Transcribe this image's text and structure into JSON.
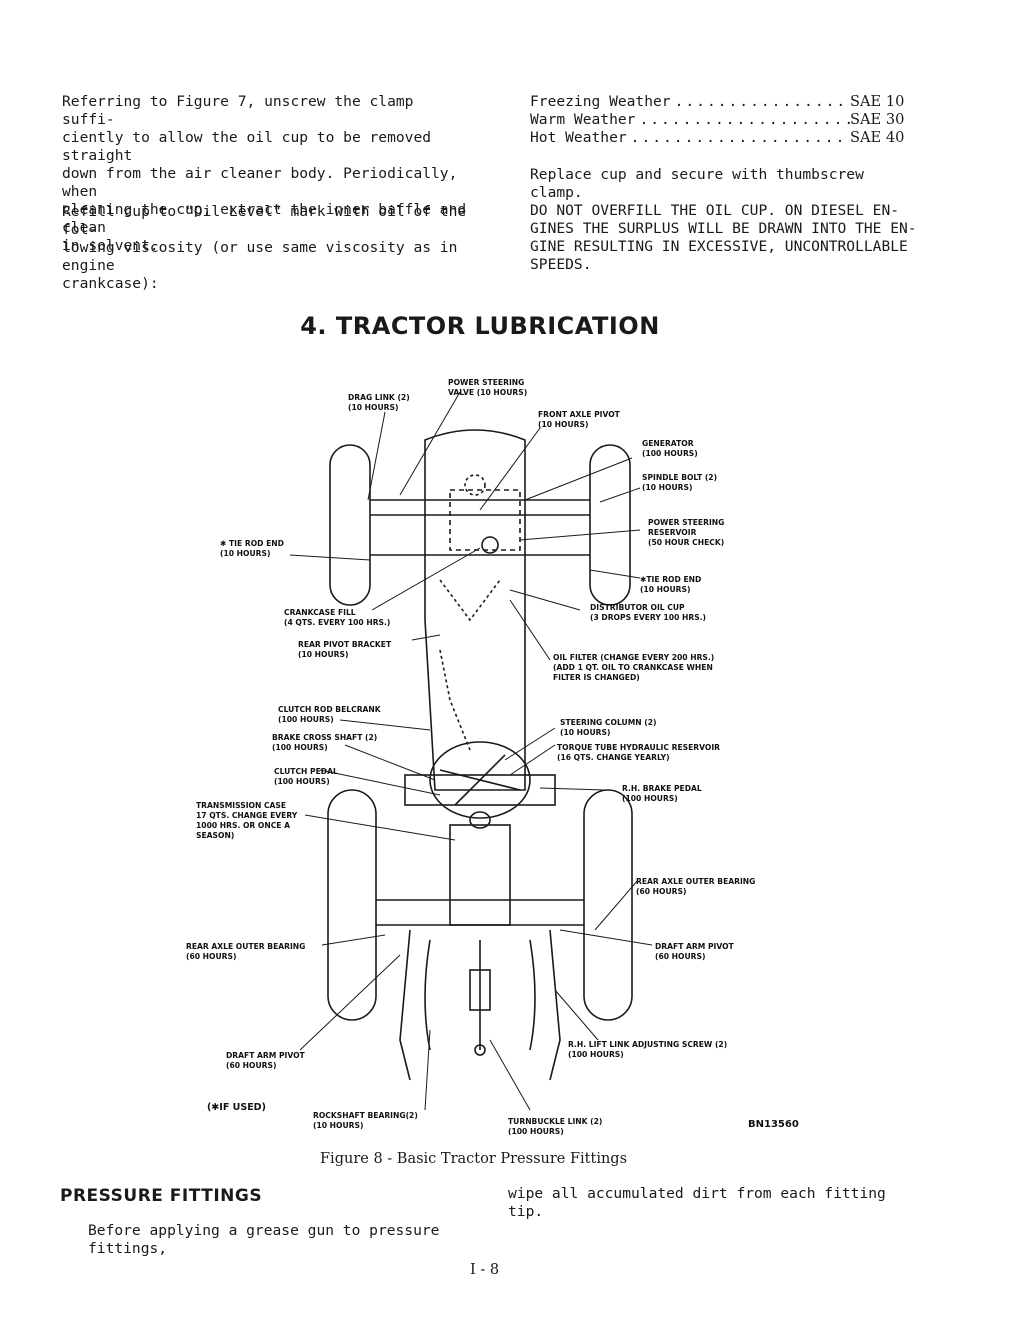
{
  "intro": {
    "para1": "Referring to Figure 7, unscrew the clamp suffi-\nciently to allow the oil cup to be removed straight\ndown from the air cleaner body. Periodically, when\ncleaning the cup, extract the inner baffle and clean\nin solvent.",
    "para2": "Refill cup to \"Oil Level\" mark with oil of the fol-\nlowing viscosity (or use same viscosity as in engine\ncrankcase):"
  },
  "viscosity": [
    {
      "label": "Freezing Weather",
      "value": "SAE 10"
    },
    {
      "label": "Warm Weather",
      "value": "SAE 30"
    },
    {
      "label": "Hot Weather",
      "value": "SAE 40"
    }
  ],
  "replace_para": "Replace cup and secure with thumbscrew clamp.\nDO NOT OVERFILL THE OIL CUP. ON DIESEL EN-\nGINES THE SURPLUS WILL BE DRAWN INTO THE EN-\nGINE RESULTING IN EXCESSIVE, UNCONTROLLABLE\nSPEEDS.",
  "section_title": "4. TRACTOR LUBRICATION",
  "figure": {
    "labels": {
      "power_steering_valve": "POWER STEERING\nVALVE (10 HOURS)",
      "drag_link": "DRAG LINK (2)\n(10 HOURS)",
      "front_axle_pivot": "FRONT AXLE PIVOT\n(10 HOURS)",
      "generator": "GENERATOR\n(100 HOURS)",
      "spindle_bolt": "SPINDLE BOLT (2)\n(10 HOURS)",
      "power_steering_reservoir": "POWER STEERING\nRESERVOIR\n(50 HOUR CHECK)",
      "tie_rod_left": "✱ TIE ROD END\n(10 HOURS)",
      "tie_rod_right": "✱TIE ROD END\n(10 HOURS)",
      "crankcase_fill": "CRANKCASE FILL\n(4 QTS. EVERY 100 HRS.)",
      "distributor_oil_cup": "DISTRIBUTOR OIL CUP\n(3 DROPS EVERY 100 HRS.)",
      "rear_pivot_bracket": "REAR PIVOT BRACKET\n(10 HOURS)",
      "oil_filter": "OIL FILTER (CHANGE EVERY 200 HRS.)\n(ADD 1 QT. OIL TO CRANKCASE WHEN\nFILTER IS CHANGED)",
      "clutch_rod_belcrank": "CLUTCH ROD BELCRANK\n(100 HOURS)",
      "brake_cross_shaft": "BRAKE CROSS SHAFT (2)\n(100 HOURS)",
      "steering_column": "STEERING COLUMN (2)\n(10 HOURS)",
      "torque_tube": "TORQUE TUBE HYDRAULIC RESERVOIR\n(16 QTS. CHANGE YEARLY)",
      "clutch_pedal": "CLUTCH PEDAL\n(100 HOURS)",
      "rh_brake_pedal": "R.H. BRAKE PEDAL\n(100 HOURS)",
      "transmission_case": "TRANSMISSION CASE\n17 QTS. CHANGE EVERY\n1000 HRS. OR ONCE A\nSEASON)",
      "rear_axle_outer_right": "REAR AXLE OUTER BEARING\n(60 HOURS)",
      "rear_axle_outer_left": "REAR AXLE OUTER BEARING\n(60 HOURS)",
      "draft_arm_pivot_right": "DRAFT ARM PIVOT\n(60 HOURS)",
      "draft_arm_pivot_left": "DRAFT ARM PIVOT\n(60 HOURS)",
      "rh_lift_link": "R.H. LIFT LINK ADJUSTING SCREW (2)\n(100 HOURS)",
      "if_used": "(✱IF USED)",
      "rockshaft_bearing": "ROCKSHAFT BEARING(2)\n(10 HOURS)",
      "turnbuckle_link": "TURNBUCKLE LINK (2)\n(100 HOURS)",
      "figure_code": "BN13560"
    },
    "caption": "Figure 8 - Basic Tractor Pressure Fittings"
  },
  "pressure_fittings": {
    "heading": "PRESSURE FITTINGS",
    "left_text": "Before applying a grease gun to pressure fittings,",
    "right_text": "wipe all accumulated dirt from each fitting tip."
  },
  "page_number": "I - 8"
}
